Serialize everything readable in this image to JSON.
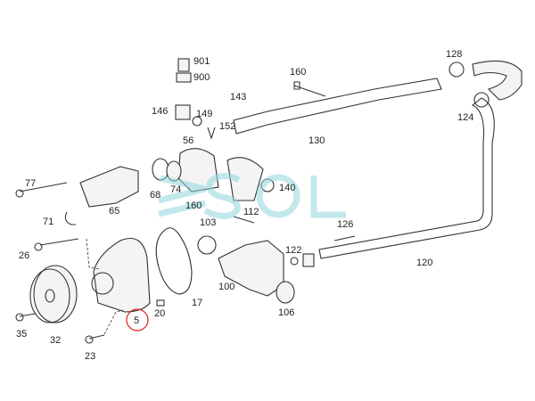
{
  "labels": {
    "l901": "901",
    "l900": "900",
    "l146": "146",
    "l149": "149",
    "l56": "56",
    "l143": "143",
    "l152": "152",
    "l160a": "160",
    "l130": "130",
    "l128": "128",
    "l124": "124",
    "l77": "77",
    "l65": "65",
    "l68": "68",
    "l74": "74",
    "l160b": "160",
    "l140": "140",
    "l71": "71",
    "l103": "103",
    "l112": "112",
    "l126": "126",
    "l26": "26",
    "l122": "122",
    "l120": "120",
    "l100": "100",
    "l17": "17",
    "l106": "106",
    "l20": "20",
    "l5": "5",
    "l35": "35",
    "l32": "32",
    "l23": "23"
  },
  "watermark": "SOL",
  "highlight": {
    "part": "5",
    "color": "#e02020"
  }
}
